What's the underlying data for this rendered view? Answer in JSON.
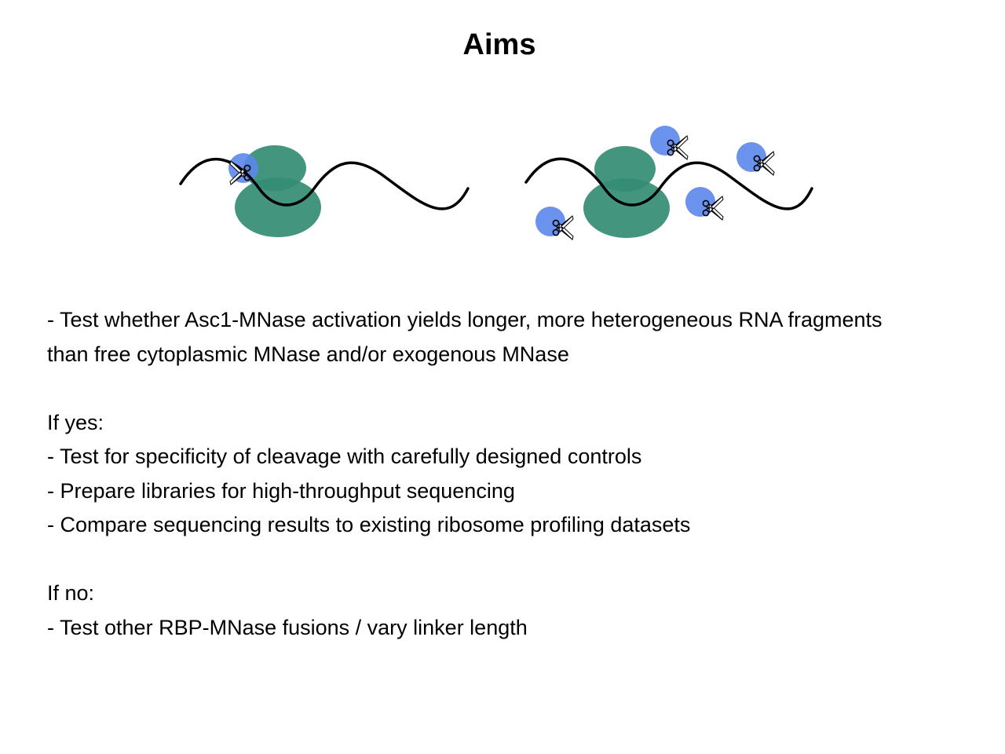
{
  "slide": {
    "title": "Aims"
  },
  "illustration": {
    "colors": {
      "ribosome": "#338c73",
      "mnase": "#5b86ea",
      "rna": "#000000"
    },
    "icons": [
      "ribosome-icon",
      "mnase-icon",
      "scissors-icon"
    ]
  },
  "body": {
    "aim_line1": "- Test whether Asc1-MNase activation yields longer, more heterogeneous RNA fragments",
    "aim_line2": "than free cytoplasmic MNase and/or exogenous MNase",
    "if_yes_heading": "If yes:",
    "if_yes_items": [
      "- Test for specificity of cleavage with carefully designed controls",
      "- Prepare libraries for high-throughput sequencing",
      "- Compare sequencing results to existing ribosome profiling datasets"
    ],
    "if_no_heading": "If no:",
    "if_no_items": [
      "- Test other RBP-MNase fusions / vary linker length"
    ]
  }
}
